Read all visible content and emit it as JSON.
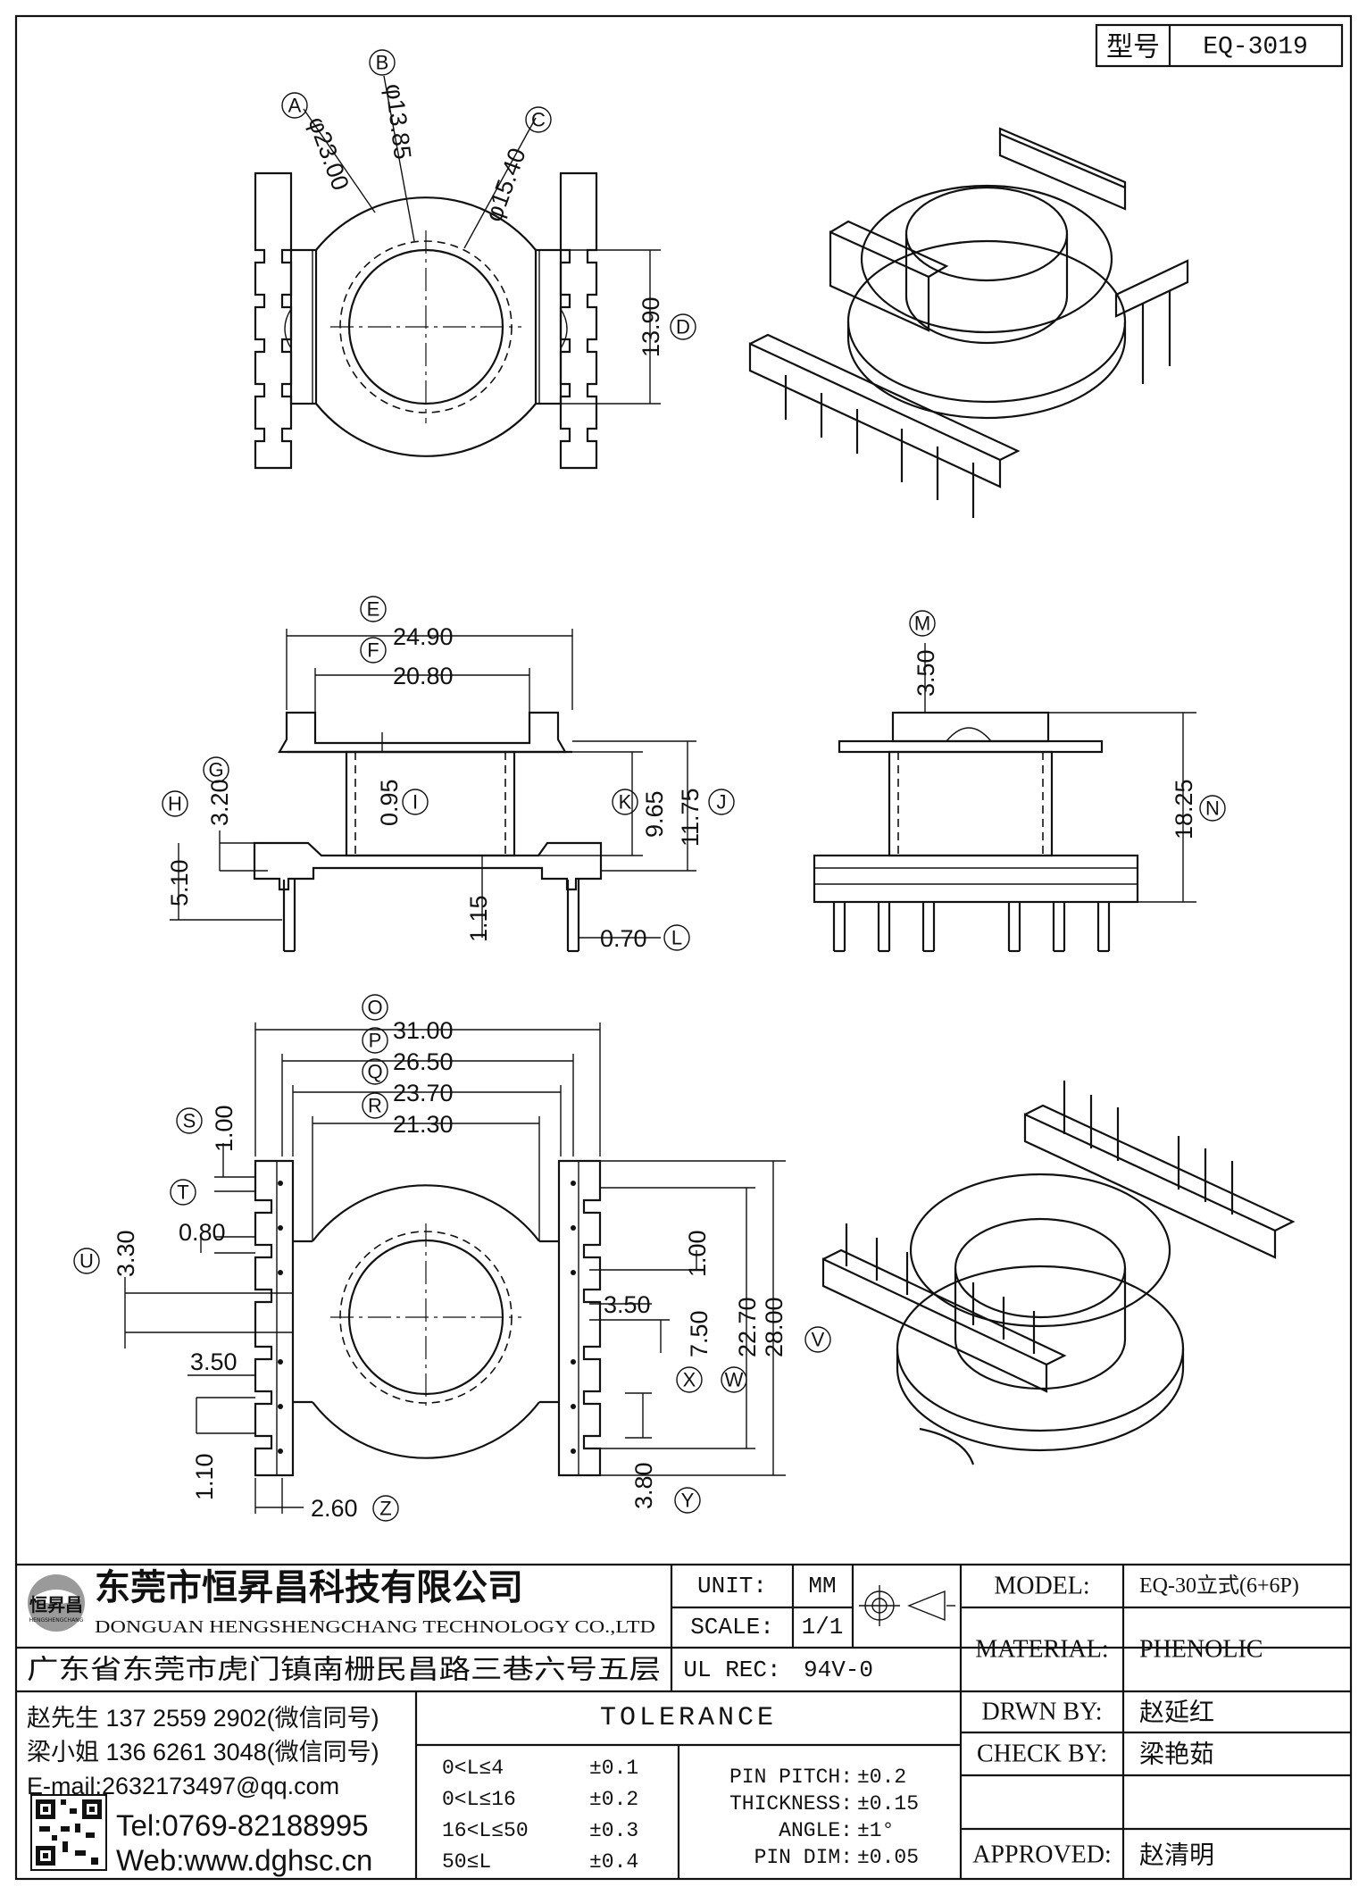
{
  "header": {
    "type_label": "型号",
    "type_value": "EQ-3019"
  },
  "top_view": {
    "circles": [
      {
        "letter": "A",
        "value": "φ23.00"
      },
      {
        "letter": "B",
        "value": "φ13.85"
      },
      {
        "letter": "C",
        "value": "φ15.40"
      }
    ],
    "dims": [
      {
        "letter": "D",
        "value": "13.90"
      }
    ]
  },
  "side_view_front": {
    "dims": [
      {
        "letter": "E",
        "value": "24.90"
      },
      {
        "letter": "F",
        "value": "20.80"
      },
      {
        "letter": "G",
        "value": "3.20"
      },
      {
        "letter": "H",
        "value": "5.10"
      },
      {
        "letter": "I",
        "value": "0.95"
      },
      {
        "letter": "K",
        "value": "9.65"
      },
      {
        "letter": "J",
        "value": "11.75"
      },
      {
        "letter": "L",
        "value": "0.70"
      },
      {
        "letter": "",
        "value": "1.15"
      }
    ]
  },
  "side_view_right": {
    "dims": [
      {
        "letter": "M",
        "value": "3.50"
      },
      {
        "letter": "N",
        "value": "18.25"
      }
    ]
  },
  "bottom_view": {
    "dims": [
      {
        "letter": "O",
        "value": "31.00"
      },
      {
        "letter": "P",
        "value": "26.50"
      },
      {
        "letter": "Q",
        "value": "23.70"
      },
      {
        "letter": "R",
        "value": "21.30"
      },
      {
        "letter": "S",
        "value": "1.00"
      },
      {
        "letter": "T",
        "value": "0.80"
      },
      {
        "letter": "U",
        "value": "3.30"
      },
      {
        "letter": "",
        "value": "3.50"
      },
      {
        "letter": "",
        "value": "1.10"
      },
      {
        "letter": "Z",
        "value": "2.60"
      },
      {
        "letter": "",
        "value": "1.00"
      },
      {
        "letter": "",
        "value": "3.50"
      },
      {
        "letter": "",
        "value": "7.50"
      },
      {
        "letter": "X",
        "value": "22.70"
      },
      {
        "letter": "W",
        "value": "28.00"
      },
      {
        "letter": "V",
        "value": ""
      },
      {
        "letter": "Y",
        "value": "3.80"
      }
    ]
  },
  "title_block": {
    "company_cn": "东莞市恒昇昌科技有限公司",
    "company_en": "DONGUAN HENGSHENGCHANG TECHNOLOGY CO.,LTD",
    "logo_text": "恒昇昌",
    "logo_sub": "HENGSHENGCHANG",
    "address": "广东省东莞市虎门镇南栅民昌路三巷六号五层",
    "contact_1": "赵先生 137 2559 2902(微信同号)",
    "contact_2": "梁小姐 136 6261 3048(微信同号)",
    "email": "E-mail:2632173497@qq.com",
    "tel": "Tel:0769-82188995",
    "web": "Web:www.dghsc.cn",
    "unit_label": "UNIT:",
    "unit_value": "MM",
    "scale_label": "SCALE:",
    "scale_value": "1/1",
    "ulrec_label": "UL REC:",
    "ulrec_value": "94V-0",
    "tolerance_title": "TOLERANCE",
    "tolerances": [
      {
        "range": "0<L≤4",
        "value": "±0.1"
      },
      {
        "range": "0<L≤16",
        "value": "±0.2"
      },
      {
        "range": "16<L≤50",
        "value": "±0.3"
      },
      {
        "range": "50≤L",
        "value": "±0.4"
      }
    ],
    "other_tolerances": [
      {
        "label": "PIN PITCH:",
        "value": "±0.2"
      },
      {
        "label": "THICKNESS:",
        "value": "±0.15"
      },
      {
        "label": "ANGLE:",
        "value": "±1°"
      },
      {
        "label": "PIN DIM:",
        "value": "±0.05"
      }
    ],
    "model_label": "MODEL:",
    "model_value": "EQ-30立式(6+6P)",
    "material_label": "MATERIAL:",
    "material_value": "PHENOLIC",
    "drwn_label": "DRWN BY:",
    "drwn_value": "赵延红",
    "check_label": "CHECK BY:",
    "check_value": "梁艳茹",
    "approved_label": "APPROVED:",
    "approved_value": "赵清明"
  }
}
